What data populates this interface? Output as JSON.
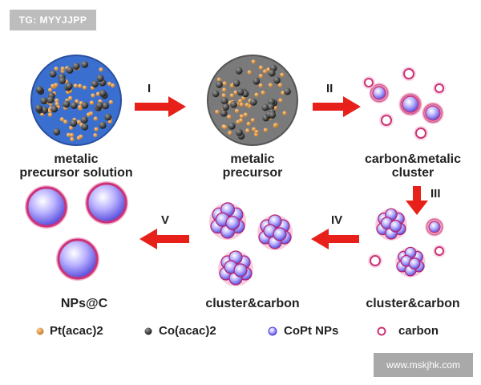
{
  "watermarks": {
    "top_left": "TG: MYYJJPP",
    "bottom_right": "www.mskjhk.com"
  },
  "steps": {
    "s1": {
      "line1": "metalic",
      "line2": "precursor solution"
    },
    "s2": {
      "line1": "metalic",
      "line2": "precursor"
    },
    "s3": {
      "line1": "carbon&metalic",
      "line2": "cluster"
    },
    "s4": {
      "line1": "cluster&carbon"
    },
    "s5": {
      "line1": "cluster&carbon"
    },
    "s6": {
      "line1": "NPs@C"
    }
  },
  "arrows": {
    "a1": "I",
    "a2": "II",
    "a3": "III",
    "a4": "IV",
    "a5": "V"
  },
  "legend": {
    "pt": "Pt(acac)2",
    "co": "Co(acac)2",
    "copt": "CoPt NPs",
    "carbon": "carbon"
  },
  "colors": {
    "solution_blue": "#3a6fd0",
    "precursor_gray": "#777777",
    "pt_orange": "#e7a04c",
    "co_black": "#2b2b2b",
    "nanoparticle": "#7f6ff0",
    "carbon_pink": "#cc3377",
    "arrow_red": "#e8201a"
  }
}
